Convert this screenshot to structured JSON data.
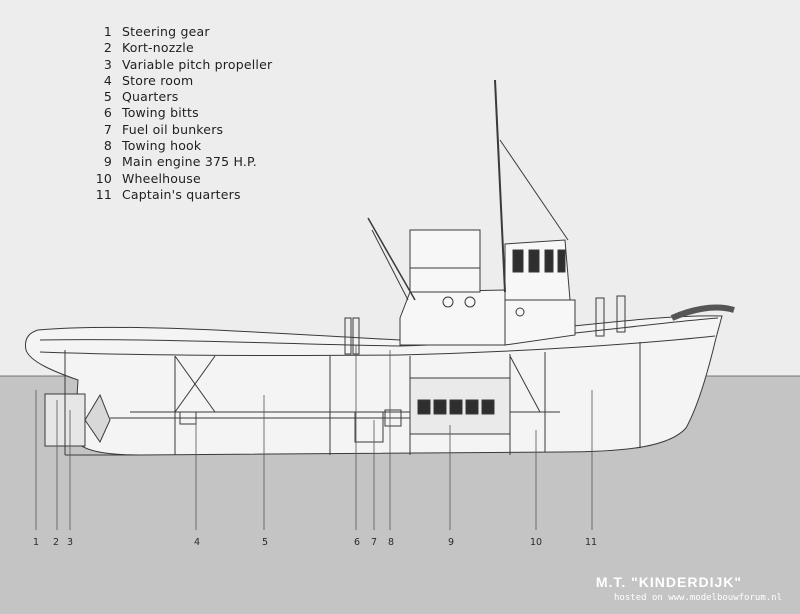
{
  "legend": [
    {
      "num": "1",
      "label": "Steering gear"
    },
    {
      "num": "2",
      "label": "Kort-nozzle"
    },
    {
      "num": "3",
      "label": "Variable pitch propeller"
    },
    {
      "num": "4",
      "label": "Store room"
    },
    {
      "num": "5",
      "label": "Quarters"
    },
    {
      "num": "6",
      "label": "Towing bitts"
    },
    {
      "num": "7",
      "label": "Fuel oil bunkers"
    },
    {
      "num": "8",
      "label": "Towing hook"
    },
    {
      "num": "9",
      "label": "Main engine 375 H.P."
    },
    {
      "num": "10",
      "label": "Wheelhouse"
    },
    {
      "num": "11",
      "label": "Captain's quarters"
    }
  ],
  "callouts": [
    "1",
    "2",
    "3",
    "4",
    "5",
    "6",
    "7",
    "8",
    "9",
    "10",
    "11"
  ],
  "caption": {
    "title": "M.T. \"KINDERDIJK\"",
    "credit": "hosted on www.modelbouwforum.nl"
  },
  "colors": {
    "sky": "#ededed",
    "water": "#c4c4c4",
    "hull_fill": "#f4f4f4",
    "line": "#3a3a3a"
  }
}
